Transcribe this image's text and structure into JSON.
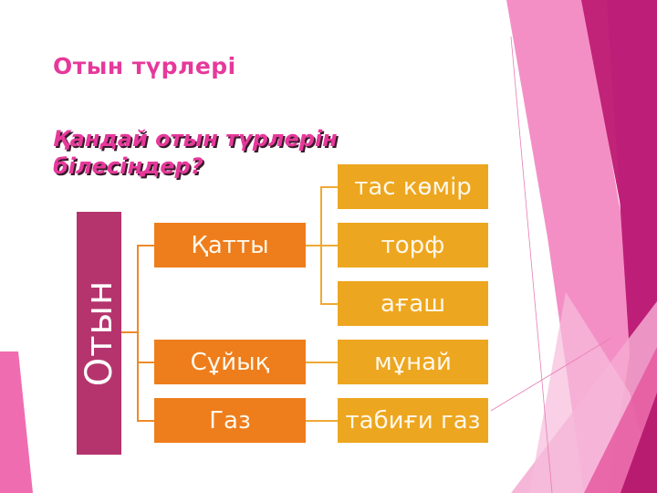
{
  "slide": {
    "title": "Отын түрлері",
    "question_line1": "Қандай отын түрлерін",
    "question_line2": "білесіңдер?"
  },
  "diagram": {
    "root": "Отын",
    "categories": [
      {
        "label": "Қатты",
        "children": [
          "тас көмір",
          "торф",
          "ағаш"
        ]
      },
      {
        "label": "Сұйық",
        "children": [
          "мұнай"
        ]
      },
      {
        "label": "Газ",
        "children": [
          "табиғи газ"
        ]
      }
    ]
  },
  "colors": {
    "title": "#e6399b",
    "root_box": "#b5346e",
    "category_box": "#ee7d1c",
    "item_box": "#eda61f",
    "accent_dark_pink": "#c0207a",
    "accent_light_pink": "#f290c4"
  }
}
